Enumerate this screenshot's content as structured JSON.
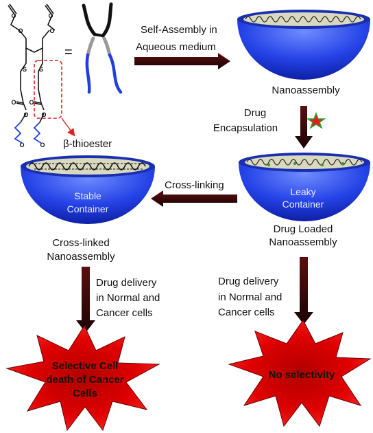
{
  "labels": {
    "self_assembly_line1": "Self-Assembly  in",
    "self_assembly_line2": "Aqueous medium",
    "nanoassembly": "Nanoassembly",
    "drug_encapsulation_line1": "Drug",
    "drug_encapsulation_line2": "Encapsulation",
    "beta_thioester": "β-thioester",
    "cross_linking": "Cross-linking",
    "stable_container_line1": "Stable",
    "stable_container_line2": "Container",
    "leaky_container_line1": "Leaky",
    "leaky_container_line2": "Container",
    "drug_loaded_line1": "Drug Loaded",
    "drug_loaded_line2": "Nanoassembly",
    "cross_linked_line1": "Cross-linked",
    "cross_linked_line2": "Nanoassembly",
    "delivery_left_line1": "Drug delivery",
    "delivery_left_line2": "in Normal and",
    "delivery_left_line3": "Cancer cells",
    "delivery_right_line1": "Drug delivery",
    "delivery_right_line2": "in Normal and",
    "delivery_right_line3": "Cancer cells",
    "selective_line1": "Selective Cell",
    "selective_line2": "death of Cancer",
    "selective_line3": "Cells",
    "no_selectivity": "No selectivity",
    "equals": "="
  },
  "chem_atoms": {
    "o": "O",
    "s": "S"
  },
  "colors": {
    "arrow": "#3a0a0a",
    "bowl_blue": "#1f3fe0",
    "burst_red": "#e00000",
    "highlight_dash": "#e02020",
    "polymer_blue": "#1f3fe0",
    "star_red": "#e02020",
    "star_green": "#30a030"
  }
}
